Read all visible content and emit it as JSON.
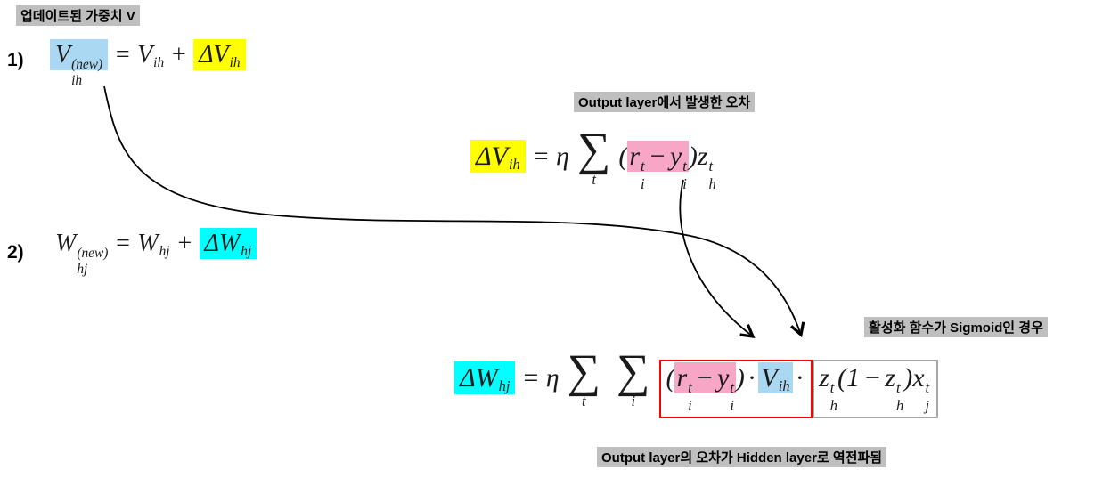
{
  "colors": {
    "highlight_blue": "#aad7f2",
    "highlight_yellow": "#ffff00",
    "highlight_pink": "#f7a6c6",
    "highlight_cyan": "#00ffff",
    "label_bg": "#bfbfbf",
    "red_box": "#ff0000",
    "gray_box": "#a6a6a6"
  },
  "labels": {
    "updated_weight": "업데이트된 가중치 V",
    "output_error": "Output layer에서 발생한 오차",
    "sigmoid_case": "활성화 함수가 Sigmoid인 경우",
    "backprop": "Output layer의 오차가 Hidden layer로 역전파됨"
  },
  "list": {
    "item1": "1)",
    "item2": "2)"
  },
  "eq1": {
    "lhs": {
      "base": "V",
      "sup": "(new)",
      "sub": "ih"
    },
    "eq": "=",
    "v": {
      "base": "V",
      "sub": "ih"
    },
    "plus": "+",
    "dv": {
      "base": "ΔV",
      "sub": "ih"
    }
  },
  "eq2": {
    "dv": {
      "base": "ΔV",
      "sub": "ih"
    },
    "eq": "=",
    "eta": "η",
    "sum_t": {
      "sigma": "∑",
      "limit": "t"
    },
    "lparen": "(",
    "r": {
      "base": "r",
      "sup": "t",
      "sub": "i"
    },
    "minus": "−",
    "y": {
      "base": "y",
      "sup": "t",
      "sub": "i"
    },
    "rparen": ")",
    "z": {
      "base": "z",
      "sup": "t",
      "sub": "h"
    }
  },
  "eq3": {
    "lhs": {
      "base": "W",
      "sup": "(new)",
      "sub": "hj"
    },
    "eq": "=",
    "w": {
      "base": "W",
      "sub": "hj"
    },
    "plus": "+",
    "dw": {
      "base": "ΔW",
      "sub": "hj"
    }
  },
  "eq4": {
    "dw": {
      "base": "ΔW",
      "sub": "hj"
    },
    "eq": "=",
    "eta": "η",
    "sum_t": {
      "sigma": "∑",
      "limit": "t"
    },
    "sum_i": {
      "sigma": "∑",
      "limit": "i"
    },
    "lparen": "(",
    "r": {
      "base": "r",
      "sup": "t",
      "sub": "i"
    },
    "minus": "−",
    "y": {
      "base": "y",
      "sup": "t",
      "sub": "i"
    },
    "rparen": ")",
    "dot1": "·",
    "v": {
      "base": "V",
      "sub": "ih"
    },
    "dot2": "·",
    "z1": {
      "base": "z",
      "sup": "t",
      "sub": "h"
    },
    "lparen2": "(",
    "one": "1",
    "minus2": "−",
    "z2": {
      "base": "z",
      "sup": "t",
      "sub": "h"
    },
    "rparen2": ")",
    "x": {
      "base": "x",
      "sup": "t",
      "sub": "j"
    }
  }
}
